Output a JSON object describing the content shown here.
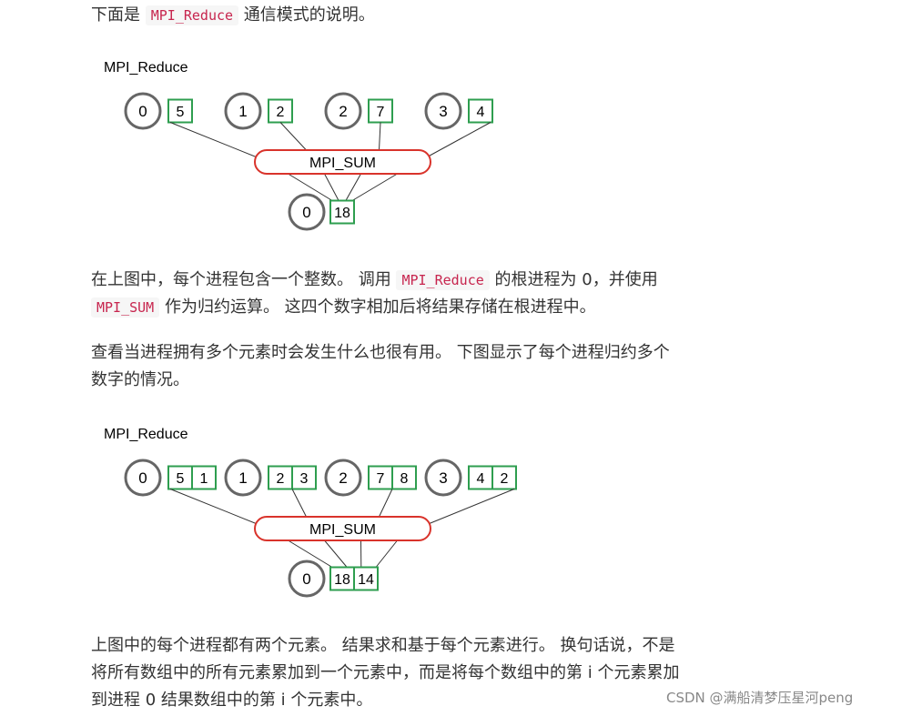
{
  "intro": {
    "before": "下面是",
    "code": "MPI_Reduce",
    "after": "通信模式的说明。"
  },
  "diagram1": {
    "title": "MPI_Reduce",
    "op_label": "MPI_SUM",
    "processes": [
      {
        "rank": "0",
        "values": [
          "5"
        ]
      },
      {
        "rank": "1",
        "values": [
          "2"
        ]
      },
      {
        "rank": "2",
        "values": [
          "7"
        ]
      },
      {
        "rank": "3",
        "values": [
          "4"
        ]
      }
    ],
    "result": {
      "rank": "0",
      "values": [
        "18"
      ]
    }
  },
  "para1": {
    "line1_a": "在上图中，每个进程包含一个整数。 调用",
    "code1": "MPI_Reduce",
    "line1_b": "的根进程为 0，并使用",
    "code2": "MPI_SUM",
    "line2": "作为归约运算。 这四个数字相加后将结果存储在根进程中。"
  },
  "para2": {
    "line1": "查看当进程拥有多个元素时会发生什么也很有用。 下图显示了每个进程归约多个",
    "line2": "数字的情况。"
  },
  "diagram2": {
    "title": "MPI_Reduce",
    "op_label": "MPI_SUM",
    "processes": [
      {
        "rank": "0",
        "values": [
          "5",
          "1"
        ]
      },
      {
        "rank": "1",
        "values": [
          "2",
          "3"
        ]
      },
      {
        "rank": "2",
        "values": [
          "7",
          "8"
        ]
      },
      {
        "rank": "3",
        "values": [
          "4",
          "2"
        ]
      }
    ],
    "result": {
      "rank": "0",
      "values": [
        "18",
        "14"
      ]
    }
  },
  "para3": {
    "line1": "上图中的每个进程都有两个元素。 结果求和基于每个元素进行。 换句话说，不是",
    "line2": "将所有数组中的所有元素累加到一个元素中，而是将每个数组中的第 i 个元素累加",
    "line3": "到进程 0 结果数组中的第 i 个元素中。"
  },
  "watermark": "CSDN @满船清梦压星河peng",
  "colors": {
    "circle_stroke": "#666666",
    "box_stroke": "#2e9e4f",
    "op_stroke": "#d9332b",
    "code_text": "#c7254e"
  }
}
